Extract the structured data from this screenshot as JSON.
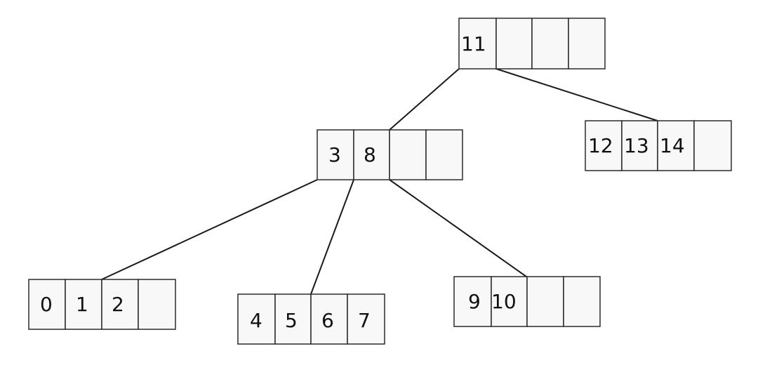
{
  "diagram": {
    "root": {
      "keys": [
        "11",
        "",
        "",
        ""
      ]
    },
    "internal": {
      "keys": [
        "3",
        "8",
        "",
        ""
      ]
    },
    "leaf_right": {
      "keys": [
        "12",
        "13",
        "14",
        ""
      ]
    },
    "leaf_a": {
      "keys": [
        "0",
        "1",
        "2",
        ""
      ]
    },
    "leaf_b": {
      "keys": [
        "4",
        "5",
        "6",
        "7"
      ]
    },
    "leaf_c": {
      "keys": [
        "9",
        "10",
        "",
        ""
      ]
    }
  },
  "colors": {
    "cell_fill": "#f8f8f8",
    "line": "#1a1a1a"
  }
}
